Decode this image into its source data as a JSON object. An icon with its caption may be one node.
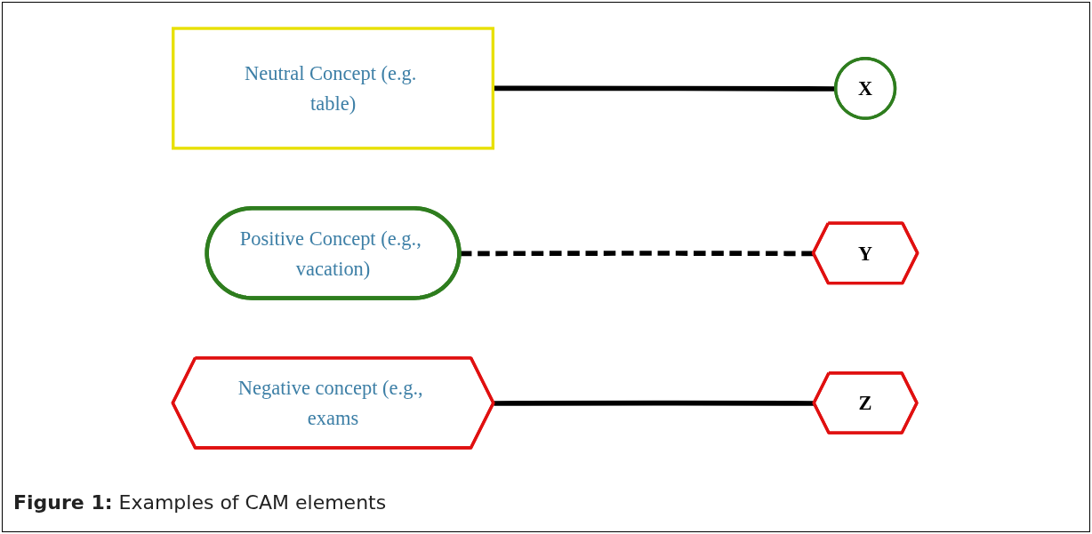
{
  "diagram": {
    "caption": "**Figure 1:** Examples of CAM elements",
    "nodes": [
      {
        "text": [
          "Neutral Concept (e.g. table)"
        ]
      },
      {
        "text": [
          "X"
        ]
      },
      {
        "text": [
          "Positive Concept (e.g., vacation)"
        ]
      },
      {
        "text": [
          "Y"
        ]
      },
      {
        "text": [
          "Negative concept (e.g., exams"
        ]
      },
      {
        "text": [
          "Z"
        ]
      }
    ],
    "edges": [
      {
        "from": 0,
        "to": 1,
        "arrow": "none"
      },
      {
        "from": 2,
        "to": 3,
        "arrow": "none",
        "style": "dashed"
      },
      {
        "from": 4,
        "to": 5,
        "arrow": "none"
      }
    ]
  }
}
